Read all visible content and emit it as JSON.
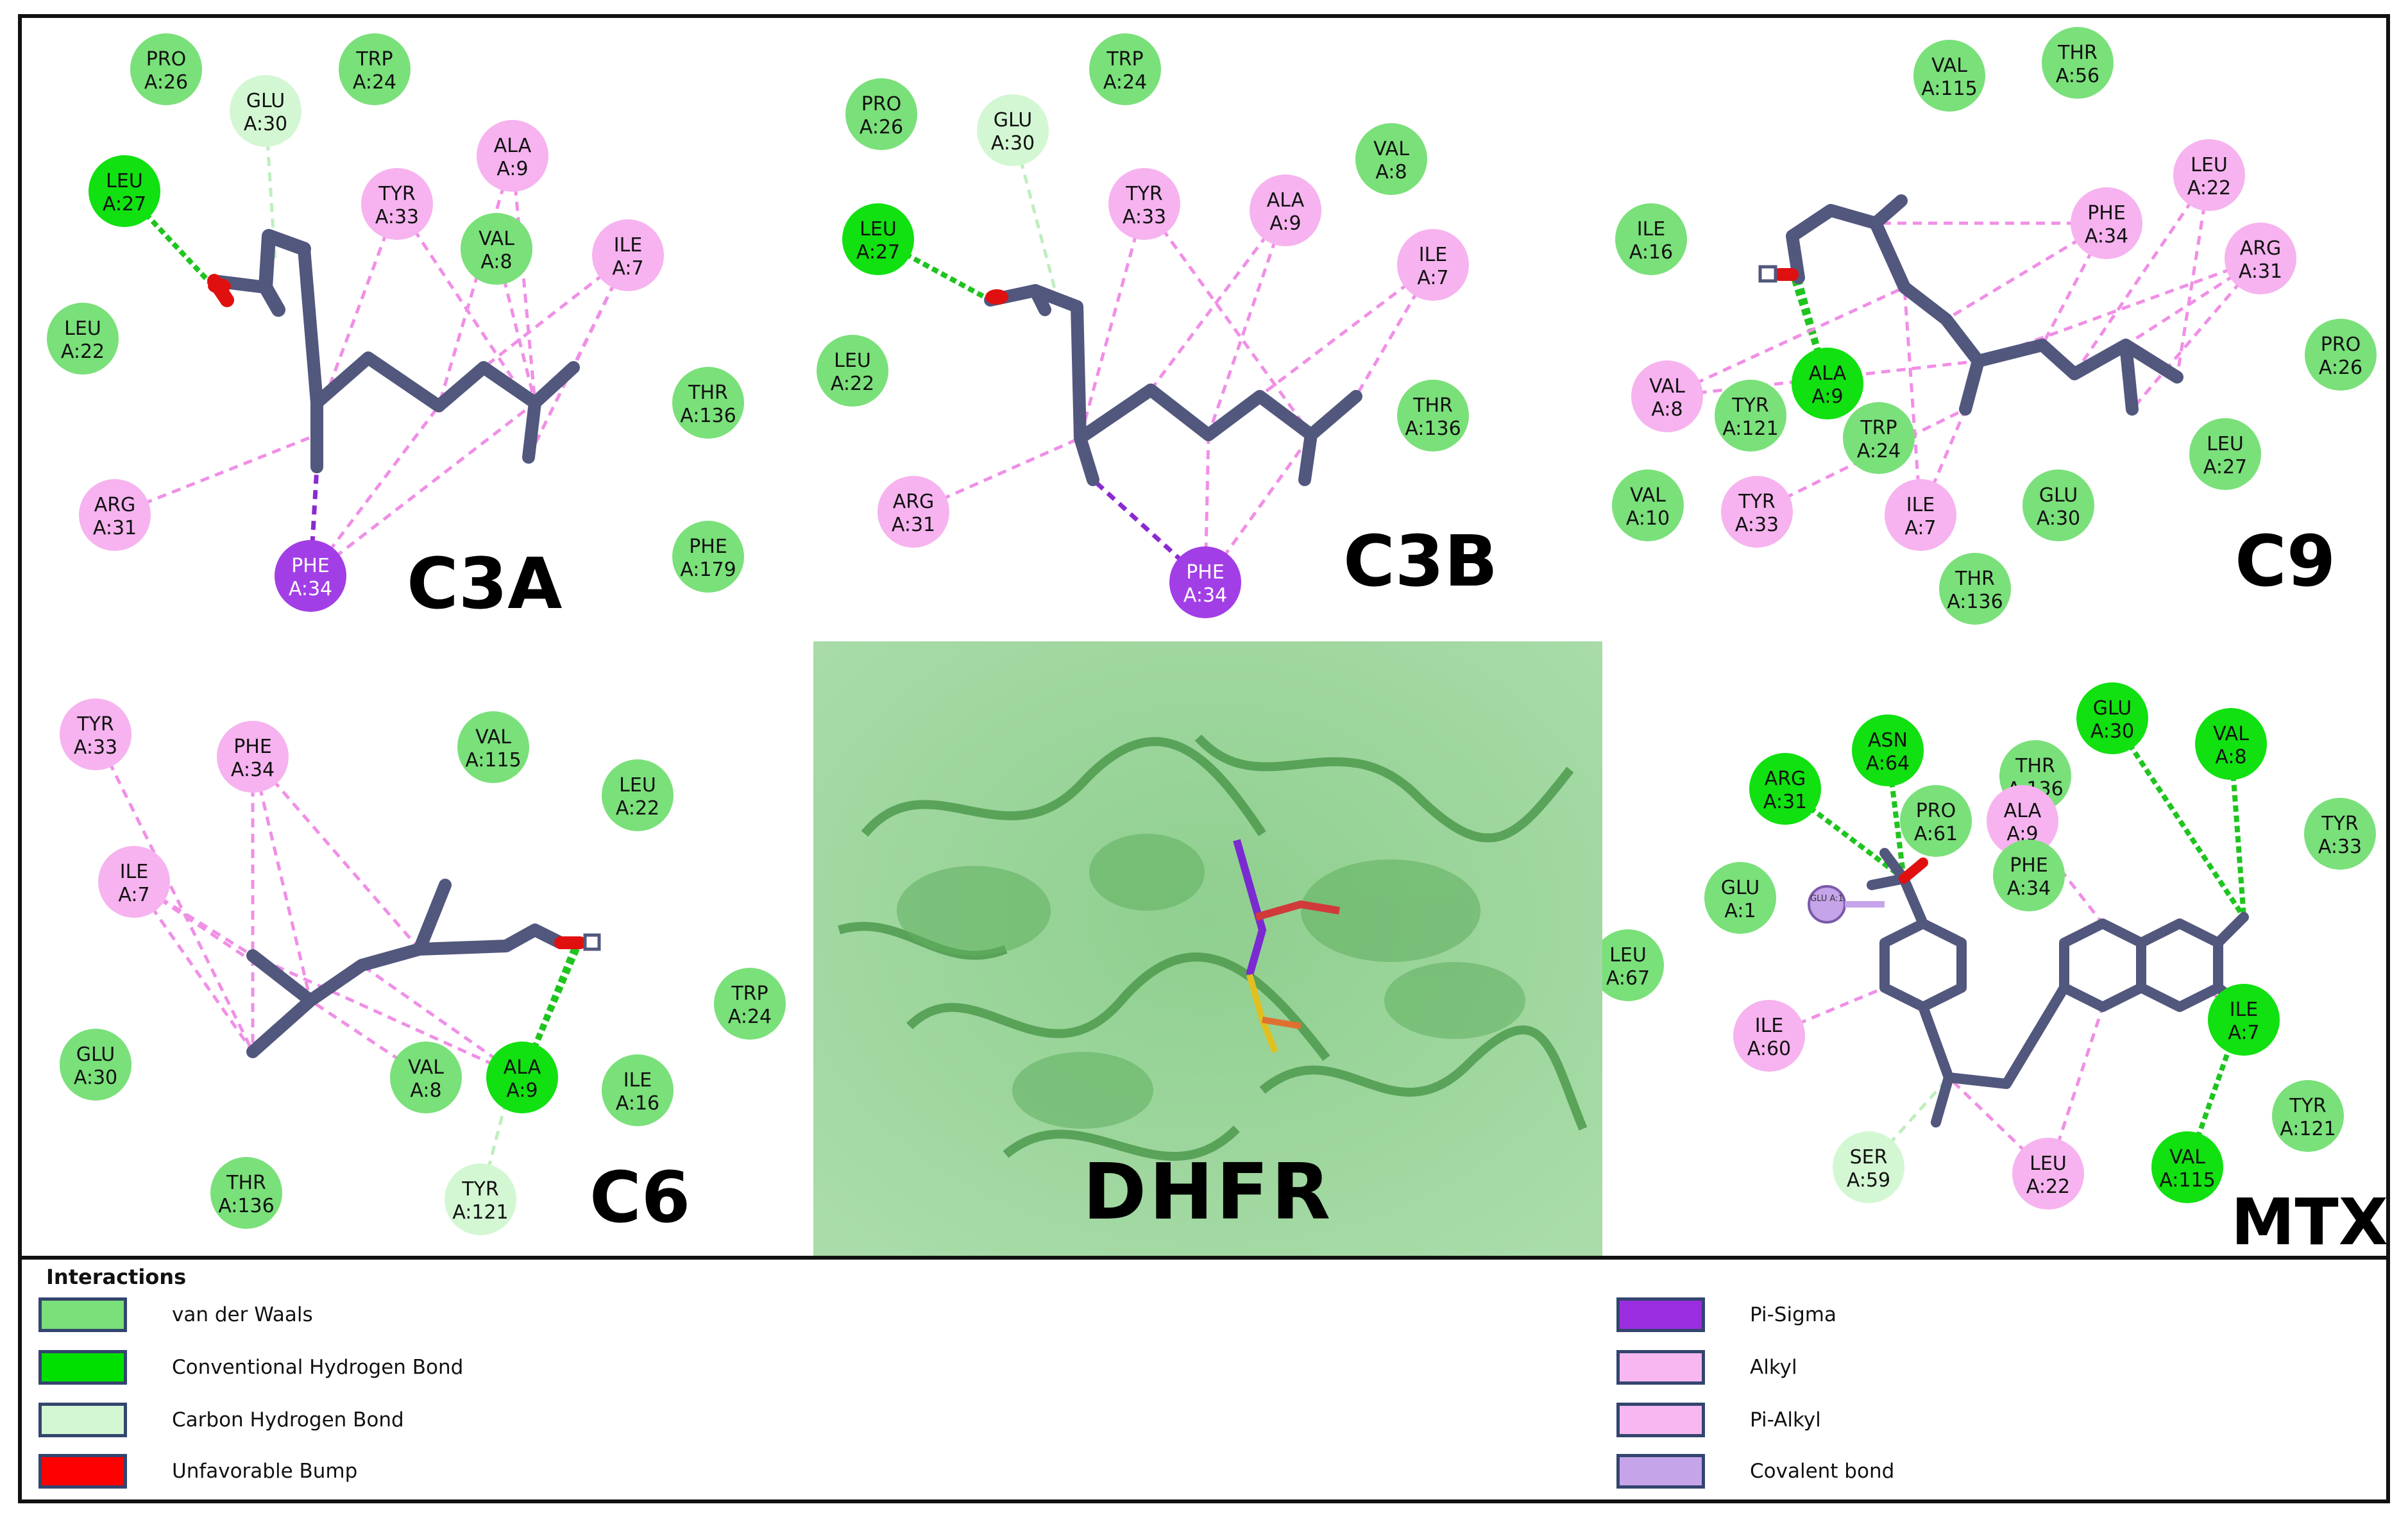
{
  "panels": [
    {
      "id": "c3a",
      "label": "C3A",
      "residues": [
        {
          "id": "pro26",
          "name": "PRO",
          "num": "A:26",
          "type": "vdw"
        },
        {
          "id": "glu30",
          "name": "GLU",
          "num": "A:30",
          "type": "chb"
        },
        {
          "id": "trp24",
          "name": "TRP",
          "num": "A:24",
          "type": "vdw"
        },
        {
          "id": "leu27",
          "name": "LEU",
          "num": "A:27",
          "type": "hbond"
        },
        {
          "id": "ala9",
          "name": "ALA",
          "num": "A:9",
          "type": "alkyl"
        },
        {
          "id": "tyr33",
          "name": "TYR",
          "num": "A:33",
          "type": "alkyl"
        },
        {
          "id": "val8",
          "name": "VAL",
          "num": "A:8",
          "type": "vdw"
        },
        {
          "id": "ile7",
          "name": "ILE",
          "num": "A:7",
          "type": "alkyl"
        },
        {
          "id": "leu22",
          "name": "LEU",
          "num": "A:22",
          "type": "vdw"
        },
        {
          "id": "thr136",
          "name": "THR",
          "num": "A:136",
          "type": "vdw"
        },
        {
          "id": "arg31",
          "name": "ARG",
          "num": "A:31",
          "type": "alkyl"
        },
        {
          "id": "phe34",
          "name": "PHE",
          "num": "A:34",
          "type": "pisigma"
        },
        {
          "id": "phe179",
          "name": "PHE",
          "num": "A:179",
          "type": "vdw"
        }
      ]
    },
    {
      "id": "c3b",
      "label": "C3B",
      "residues": [
        {
          "id": "pro26",
          "name": "PRO",
          "num": "A:26",
          "type": "vdw"
        },
        {
          "id": "glu30",
          "name": "GLU",
          "num": "A:30",
          "type": "chb"
        },
        {
          "id": "trp24",
          "name": "TRP",
          "num": "A:24",
          "type": "vdw"
        },
        {
          "id": "val8",
          "name": "VAL",
          "num": "A:8",
          "type": "vdw"
        },
        {
          "id": "leu27",
          "name": "LEU",
          "num": "A:27",
          "type": "hbond"
        },
        {
          "id": "tyr33",
          "name": "TYR",
          "num": "A:33",
          "type": "alkyl"
        },
        {
          "id": "ala9",
          "name": "ALA",
          "num": "A:9",
          "type": "alkyl"
        },
        {
          "id": "ile7",
          "name": "ILE",
          "num": "A:7",
          "type": "alkyl"
        },
        {
          "id": "leu22",
          "name": "LEU",
          "num": "A:22",
          "type": "vdw"
        },
        {
          "id": "thr136",
          "name": "THR",
          "num": "A:136",
          "type": "vdw"
        },
        {
          "id": "arg31",
          "name": "ARG",
          "num": "A:31",
          "type": "alkyl"
        },
        {
          "id": "phe34",
          "name": "PHE",
          "num": "A:34",
          "type": "pisigma"
        }
      ]
    },
    {
      "id": "c9",
      "label": "C9",
      "residues": [
        {
          "id": "val115",
          "name": "VAL",
          "num": "A:115",
          "type": "vdw"
        },
        {
          "id": "thr56",
          "name": "THR",
          "num": "A:56",
          "type": "vdw"
        },
        {
          "id": "leu22",
          "name": "LEU",
          "num": "A:22",
          "type": "alkyl"
        },
        {
          "id": "phe34",
          "name": "PHE",
          "num": "A:34",
          "type": "alkyl"
        },
        {
          "id": "ile16",
          "name": "ILE",
          "num": "A:16",
          "type": "vdw"
        },
        {
          "id": "arg31",
          "name": "ARG",
          "num": "A:31",
          "type": "alkyl"
        },
        {
          "id": "pro26",
          "name": "PRO",
          "num": "A:26",
          "type": "vdw"
        },
        {
          "id": "val8",
          "name": "VAL",
          "num": "A:8",
          "type": "alkyl"
        },
        {
          "id": "tyr121",
          "name": "TYR",
          "num": "A:121",
          "type": "vdw"
        },
        {
          "id": "ala9",
          "name": "ALA",
          "num": "A:9",
          "type": "hbond"
        },
        {
          "id": "trp24",
          "name": "TRP",
          "num": "A:24",
          "type": "vdw"
        },
        {
          "id": "leu27",
          "name": "LEU",
          "num": "A:27",
          "type": "vdw"
        },
        {
          "id": "val10",
          "name": "VAL",
          "num": "A:10",
          "type": "vdw"
        },
        {
          "id": "tyr33",
          "name": "TYR",
          "num": "A:33",
          "type": "alkyl"
        },
        {
          "id": "ile7",
          "name": "ILE",
          "num": "A:7",
          "type": "alkyl"
        },
        {
          "id": "glu30",
          "name": "GLU",
          "num": "A:30",
          "type": "vdw"
        },
        {
          "id": "thr136",
          "name": "THR",
          "num": "A:136",
          "type": "vdw"
        }
      ]
    },
    {
      "id": "c6",
      "label": "C6",
      "residues": [
        {
          "id": "tyr33",
          "name": "TYR",
          "num": "A:33",
          "type": "alkyl"
        },
        {
          "id": "phe34",
          "name": "PHE",
          "num": "A:34",
          "type": "alkyl"
        },
        {
          "id": "val115",
          "name": "VAL",
          "num": "A:115",
          "type": "vdw"
        },
        {
          "id": "leu22",
          "name": "LEU",
          "num": "A:22",
          "type": "vdw"
        },
        {
          "id": "ile7",
          "name": "ILE",
          "num": "A:7",
          "type": "alkyl"
        },
        {
          "id": "trp24",
          "name": "TRP",
          "num": "A:24",
          "type": "vdw"
        },
        {
          "id": "glu30",
          "name": "GLU",
          "num": "A:30",
          "type": "vdw"
        },
        {
          "id": "val8",
          "name": "VAL",
          "num": "A:8",
          "type": "vdw"
        },
        {
          "id": "ala9",
          "name": "ALA",
          "num": "A:9",
          "type": "hbond"
        },
        {
          "id": "ile16",
          "name": "ILE",
          "num": "A:16",
          "type": "vdw"
        },
        {
          "id": "thr136",
          "name": "THR",
          "num": "A:136",
          "type": "vdw"
        },
        {
          "id": "tyr121",
          "name": "TYR",
          "num": "A:121",
          "type": "chb"
        }
      ]
    },
    {
      "id": "mtx",
      "label": "MTX",
      "residues": [
        {
          "id": "asn64",
          "name": "ASN",
          "num": "A:64",
          "type": "hbond"
        },
        {
          "id": "glu30",
          "name": "GLU",
          "num": "A:30",
          "type": "hbond"
        },
        {
          "id": "val8",
          "name": "VAL",
          "num": "A:8",
          "type": "hbond"
        },
        {
          "id": "arg31",
          "name": "ARG",
          "num": "A:31",
          "type": "hbond"
        },
        {
          "id": "thr136",
          "name": "THR",
          "num": "A:136",
          "type": "vdw"
        },
        {
          "id": "pro61",
          "name": "PRO",
          "num": "A:61",
          "type": "vdw"
        },
        {
          "id": "ala9",
          "name": "ALA",
          "num": "A:9",
          "type": "alkyl"
        },
        {
          "id": "tyr33",
          "name": "TYR",
          "num": "A:33",
          "type": "vdw"
        },
        {
          "id": "glu1",
          "name": "GLU",
          "num": "A:1",
          "type": "vdw"
        },
        {
          "id": "phe34",
          "name": "PHE",
          "num": "A:34",
          "type": "vdw"
        },
        {
          "id": "leu67",
          "name": "LEU",
          "num": "A:67",
          "type": "vdw"
        },
        {
          "id": "ile7",
          "name": "ILE",
          "num": "A:7",
          "type": "hbond"
        },
        {
          "id": "ile60",
          "name": "ILE",
          "num": "A:60",
          "type": "alkyl"
        },
        {
          "id": "tyr121",
          "name": "TYR",
          "num": "A:121",
          "type": "vdw"
        },
        {
          "id": "ser59",
          "name": "SER",
          "num": "A:59",
          "type": "chb"
        },
        {
          "id": "leu22",
          "name": "LEU",
          "num": "A:22",
          "type": "alkyl"
        },
        {
          "id": "val115",
          "name": "VAL",
          "num": "A:115",
          "type": "hbond"
        }
      ],
      "covalent_label": "GLU A:1"
    }
  ],
  "center": {
    "label": "DHFR"
  },
  "legend": {
    "title": "Interactions",
    "items": [
      {
        "id": "vdw",
        "label": "van der Waals",
        "color": "#7ae07a"
      },
      {
        "id": "hbond",
        "label": "Conventional Hydrogen Bond",
        "color": "#00e000"
      },
      {
        "id": "chb",
        "label": "Carbon Hydrogen Bond",
        "color": "#d2f7d2"
      },
      {
        "id": "bump",
        "label": "Unfavorable Bump",
        "color": "#ff0000"
      },
      {
        "id": "pisigma",
        "label": "Pi-Sigma",
        "color": "#9a2ee0"
      },
      {
        "id": "alkyl",
        "label": "Alkyl",
        "color": "#f7b7f0"
      },
      {
        "id": "pialkyl",
        "label": "Pi-Alkyl",
        "color": "#f7b7f0"
      },
      {
        "id": "covalent",
        "label": "Covalent bond",
        "color": "#c5a4ea"
      }
    ]
  },
  "colors": {
    "vdw": "#7ae07a",
    "hbond": "#11e011",
    "chb": "#d3f7d3",
    "alkyl": "#f6b3ef",
    "pisigma": "#a23ee6",
    "ligand": "#52577d",
    "oxygen": "#e01010",
    "nitrogen": "#4a4ae0",
    "alkyl_line": "#f08fe6",
    "hbond_line": "#1fc41f",
    "chb_line": "#bfeebf",
    "pisigma_line": "#8a2ad0"
  }
}
